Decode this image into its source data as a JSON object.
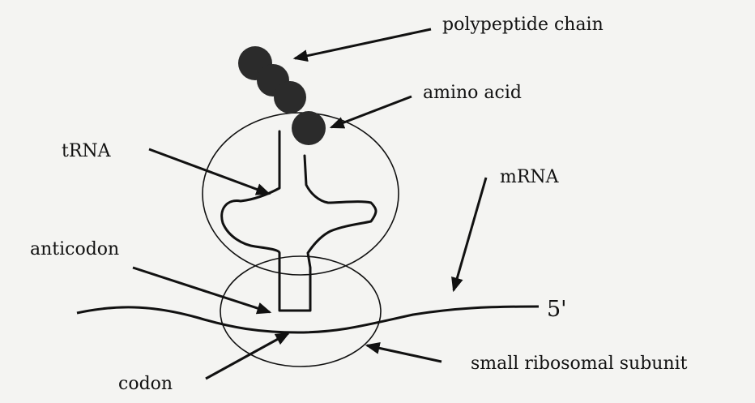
{
  "diagram": {
    "labels": {
      "polypeptide_chain": "polypeptide chain",
      "amino_acid": "amino acid",
      "trna": "tRNA",
      "mrna": "mRNA",
      "anticodon": "anticodon",
      "five_prime": "5'",
      "small_ribosomal_subunit": "small ribosomal subunit",
      "codon": "codon"
    },
    "colors": {
      "background": "#f4f4f2",
      "ink": "#111111",
      "bead": "#2b2b2b"
    }
  }
}
